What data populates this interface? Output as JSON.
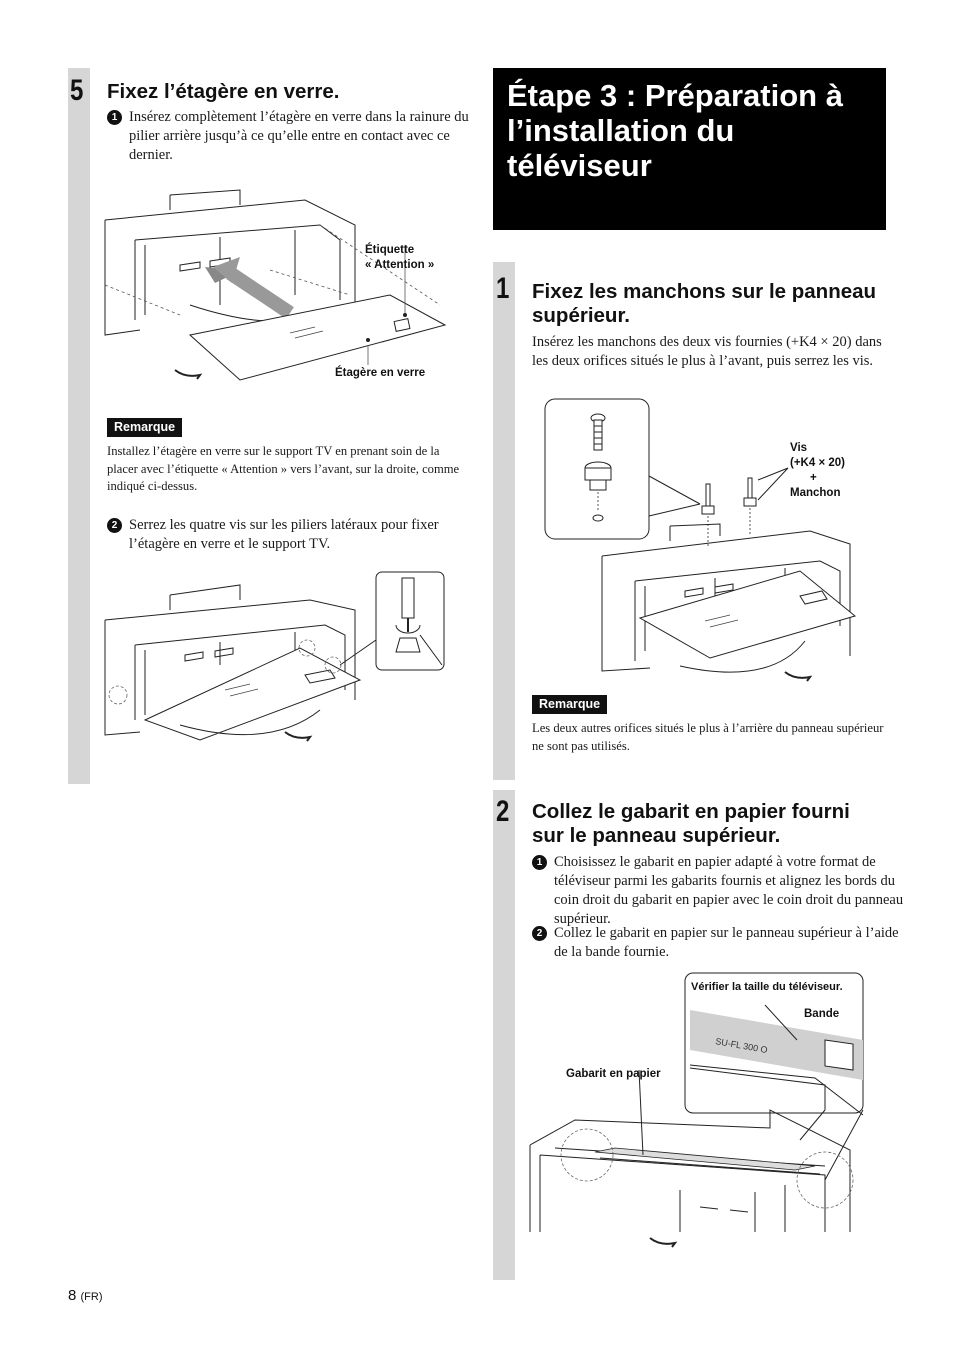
{
  "left": {
    "step_number": "5",
    "heading": "Fixez l’étagère en verre.",
    "item1_num": "1",
    "item1_text": "Insérez complètement l’étagère en verre dans la rainure du pilier arrière jusqu’à ce qu’elle entre en contact avec ce dernier.",
    "fig1_label_etiquette": "Étiquette",
    "fig1_label_attention": "« Attention »",
    "fig1_label_etagere": "Étagère en verre",
    "note_badge": "Remarque",
    "note_text": "Installez l’étagère en verre sur le support TV en prenant soin de la placer avec l’étiquette « Attention » vers l’avant, sur la droite, comme indiqué ci-dessus.",
    "item2_num": "2",
    "item2_text": "Serrez les quatre vis sur les piliers latéraux pour fixer l’étagère en verre et le support TV."
  },
  "right": {
    "title": "Étape 3 : Préparation à l’installation du téléviseur",
    "step1_number": "1",
    "step1_heading": "Fixez les manchons sur le panneau supérieur.",
    "step1_text": "Insérez les manchons des deux vis fournies (+K4 × 20) dans les deux orifices situés le plus à l’avant, puis serrez les vis.",
    "fig_label_vis": "Vis",
    "fig_label_k4": "(+K4 × 20)",
    "fig_label_plus": "+",
    "fig_label_manchon": "Manchon",
    "note_badge": "Remarque",
    "note_text": "Les deux autres orifices situés le plus à l’arrière du panneau supérieur ne sont pas utilisés.",
    "step2_number": "2",
    "step2_heading": "Collez le gabarit en papier fourni sur le panneau supérieur.",
    "item1_num": "1",
    "item1_text": "Choisissez le gabarit en papier adapté à votre format de téléviseur parmi les gabarits fournis et alignez les bords du coin droit du gabarit en papier avec le coin droit du panneau supérieur.",
    "item2_num": "2",
    "item2_text": "Collez le gabarit en papier sur le panneau supérieur à l’aide de la bande fournie.",
    "fig_label_verifier": "Vérifier la taille du téléviseur.",
    "fig_label_bande": "Bande",
    "fig_label_gabarit": "Gabarit en papier",
    "fig_template_text": "SU-FL 300 O"
  },
  "footer": {
    "page_number": "8",
    "lang": "(FR)"
  }
}
